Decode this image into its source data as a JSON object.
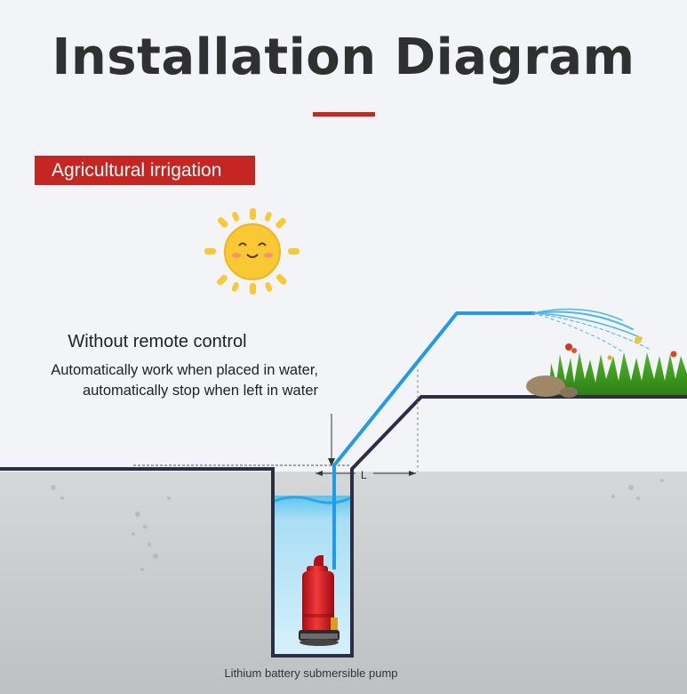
{
  "title": "Installation Diagram",
  "tag": "Agricultural irrigation",
  "mode": {
    "heading": "Without remote control",
    "line1": "Automatically work when placed in water,",
    "line2": "automatically stop when left in water"
  },
  "pump_label": "Lithium battery submersible pump",
  "distance_label": "L",
  "colors": {
    "accent": "#c62622",
    "pipe": "#1f9be8",
    "well_wall": "#2a2f45",
    "water": "#8fd2f0",
    "ground": "#c9cacb",
    "pump": "#d8141c",
    "sun": "#f8c933",
    "grass": "#3a9a1e"
  }
}
